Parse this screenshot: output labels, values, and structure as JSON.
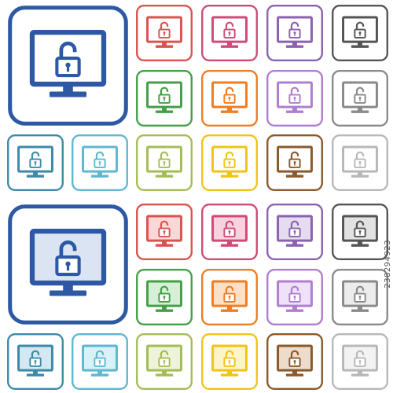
{
  "icon_name": "unlocked-monitor-icon",
  "watermark_text": "238294923",
  "set_top": {
    "style": "outlined",
    "tiles": [
      {
        "stroke": "#2d58a4",
        "fill": "#ffffff"
      },
      {
        "stroke": "#d9534f",
        "fill": "#ffffff"
      },
      {
        "stroke": "#d04a78",
        "fill": "#ffffff"
      },
      {
        "stroke": "#8b62b0",
        "fill": "#ffffff"
      },
      {
        "stroke": "#555555",
        "fill": "#ffffff"
      },
      {
        "stroke": "#43a047",
        "fill": "#ffffff"
      },
      {
        "stroke": "#ef7d22",
        "fill": "#ffffff"
      },
      {
        "stroke": "#b07ed0",
        "fill": "#ffffff"
      },
      {
        "stroke": "#8a8a8a",
        "fill": "#ffffff"
      },
      {
        "stroke": "#3d8aa8",
        "fill": "#ffffff"
      },
      {
        "stroke": "#5fb8d0",
        "fill": "#ffffff"
      },
      {
        "stroke": "#a3bd55",
        "fill": "#ffffff"
      },
      {
        "stroke": "#f0c419",
        "fill": "#ffffff"
      },
      {
        "stroke": "#8b5a2b",
        "fill": "#ffffff"
      },
      {
        "stroke": "#b8b8b8",
        "fill": "#ffffff"
      }
    ]
  },
  "set_bottom": {
    "style": "filled",
    "tiles": [
      {
        "stroke": "#2d58a4",
        "fill": "#dbe4f3"
      },
      {
        "stroke": "#d9534f",
        "fill": "#f9d8d7"
      },
      {
        "stroke": "#d04a78",
        "fill": "#f7d3e0"
      },
      {
        "stroke": "#8b62b0",
        "fill": "#e5dcef"
      },
      {
        "stroke": "#555555",
        "fill": "#e2e2e2"
      },
      {
        "stroke": "#43a047",
        "fill": "#d6efd6"
      },
      {
        "stroke": "#ef7d22",
        "fill": "#fde0c8"
      },
      {
        "stroke": "#b07ed0",
        "fill": "#efe1f7"
      },
      {
        "stroke": "#8a8a8a",
        "fill": "#ececec"
      },
      {
        "stroke": "#3d8aa8",
        "fill": "#d3e8f0"
      },
      {
        "stroke": "#5fb8d0",
        "fill": "#d9f1f7"
      },
      {
        "stroke": "#a3bd55",
        "fill": "#eef3d9"
      },
      {
        "stroke": "#f0c419",
        "fill": "#fdf4c8"
      },
      {
        "stroke": "#8b5a2b",
        "fill": "#ecdccc"
      },
      {
        "stroke": "#b8b8b8",
        "fill": "#f3f3f3"
      }
    ]
  }
}
